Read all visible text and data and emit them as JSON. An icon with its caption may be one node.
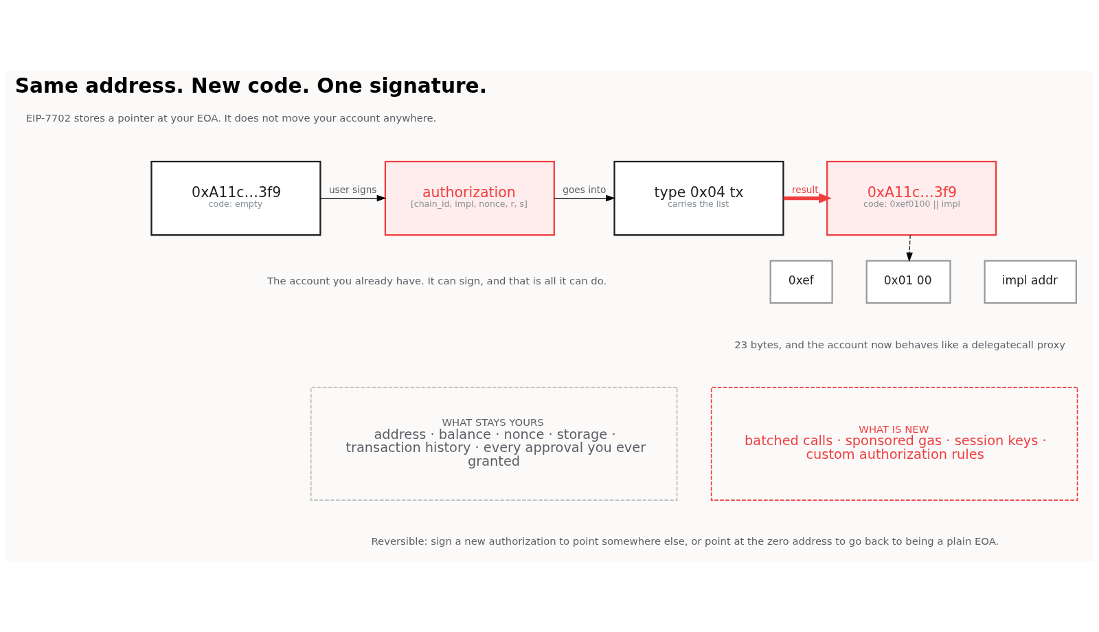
{
  "diagram": {
    "title": "Same address. New code. One signature.",
    "nodes": [
      {
        "text": [
          "0xA11c…3f9",
          "code: empty"
        ]
      },
      {
        "text": [
          "authorization",
          "[chain_id, impl, nonce, r, s]"
        ]
      },
      {
        "text": [
          "type 0x04 tx",
          "carries the list"
        ]
      },
      {
        "text": [
          "0xA11c…3f9",
          "code: 0xef0100 || impl"
        ]
      },
      {
        "text": [
          "0xef"
        ]
      },
      {
        "text": [
          "0x01 00"
        ]
      },
      {
        "text": [
          "impl addr"
        ]
      },
      {
        "text": [
          "WHAT STAYS YOURS",
          "address · balance · nonce · storage · transaction history · every approval you ever granted"
        ]
      },
      {
        "text": [
          "WHAT IS NEW",
          "batched calls · sponsored gas · session keys · custom authorization rules"
        ]
      }
    ],
    "edges": [
      {
        "from": 0,
        "to": 1,
        "arrow": "to",
        "label": "user signs"
      },
      {
        "from": 1,
        "to": 2,
        "arrow": "to",
        "label": "goes into"
      },
      {
        "from": 2,
        "to": 3,
        "arrow": "to",
        "label": "result",
        "color": "#f03e3e",
        "style": "thick"
      },
      {
        "from": 3,
        "to": 5,
        "arrow": "to",
        "style": "dashed"
      }
    ],
    "labels": [
      "EIP-7702 stores a pointer at your EOA. It does not move your account anywhere.",
      "The account you already have. It can sign, and that is all it can do.",
      "23 bytes, and the account now behaves like a delegatecall proxy",
      "Reversible: sign a new authorization to point somewhere else, or point at the zero address to go back to being a plain EOA."
    ]
  }
}
